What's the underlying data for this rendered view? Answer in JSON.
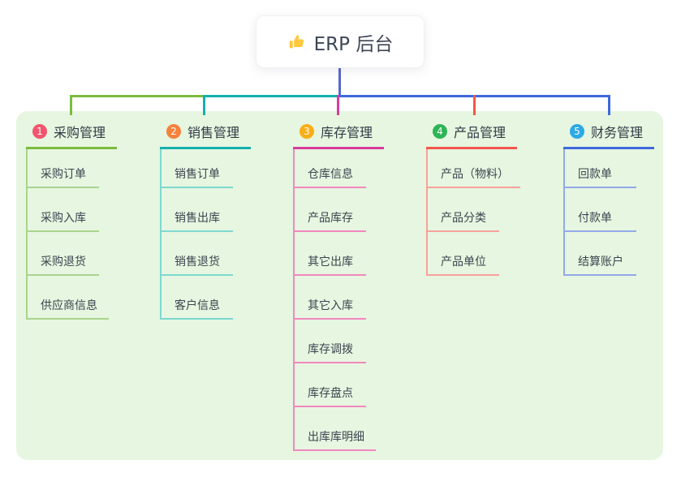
{
  "root": {
    "label": "ERP 后台",
    "icon": "thumbs-up-icon"
  },
  "branches": [
    {
      "index": "1",
      "title": "采购管理",
      "badge_color": "#F2556E",
      "line_color": "#7CBB3F",
      "child_line_color": "#A9D48C",
      "children": [
        "采购订单",
        "采购入库",
        "采购退货",
        "供应商信息"
      ]
    },
    {
      "index": "2",
      "title": "销售管理",
      "badge_color": "#F6823C",
      "line_color": "#14B0AD",
      "child_line_color": "#7ED8CF",
      "children": [
        "销售订单",
        "销售出库",
        "销售退货",
        "客户信息"
      ]
    },
    {
      "index": "3",
      "title": "库存管理",
      "badge_color": "#FBAE15",
      "line_color": "#D93C9E",
      "child_line_color": "#F287BE",
      "children": [
        "仓库信息",
        "产品库存",
        "其它出库",
        "其它入库",
        "库存调拨",
        "库存盘点",
        "出库库明细"
      ]
    },
    {
      "index": "4",
      "title": "产品管理",
      "badge_color": "#2EB457",
      "line_color": "#F2574D",
      "child_line_color": "#F8A19B",
      "children": [
        "产品（物料）",
        "产品分类",
        "产品单位"
      ]
    },
    {
      "index": "5",
      "title": "财务管理",
      "badge_color": "#2BA9E8",
      "line_color": "#3F68DD",
      "child_line_color": "#92A9E8",
      "children": [
        "回款单",
        "付款单",
        "结算账户"
      ]
    }
  ],
  "colors": {
    "canvas_bg": "#FFFFFF",
    "panel_bg": "#E6F6E0",
    "root_line": "#5865D2",
    "root_text": "#3D4657",
    "thumb_yellow": "#FFC83D"
  }
}
